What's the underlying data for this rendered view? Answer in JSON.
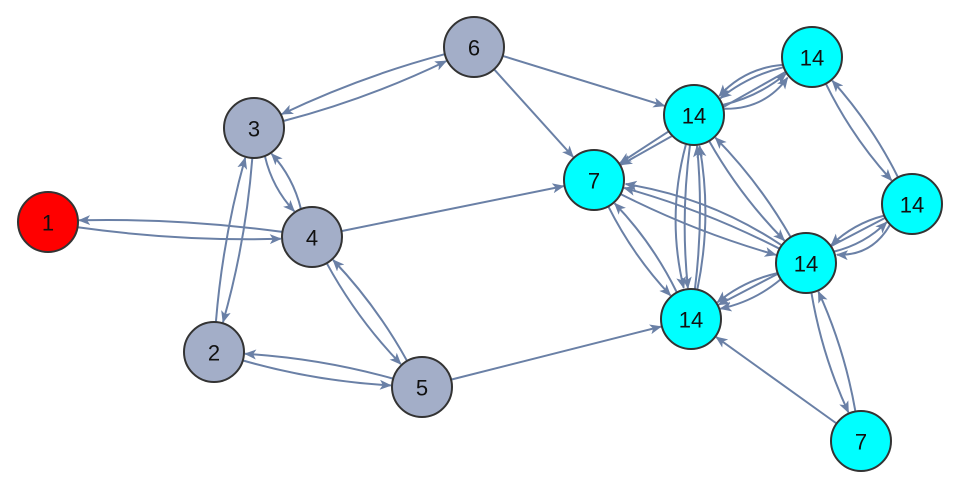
{
  "colors": {
    "edge": "#6a80a6",
    "node_gray": "#a3aec8",
    "node_red": "#ff0000",
    "node_cyan": "#00ffff",
    "node_stroke": "#333333"
  },
  "nodes": [
    {
      "id": "n1",
      "label": "1",
      "color": "red"
    },
    {
      "id": "n2",
      "label": "2",
      "color": "gray"
    },
    {
      "id": "n3",
      "label": "3",
      "color": "gray"
    },
    {
      "id": "n4",
      "label": "4",
      "color": "gray"
    },
    {
      "id": "n5",
      "label": "5",
      "color": "gray"
    },
    {
      "id": "n6",
      "label": "6",
      "color": "gray"
    },
    {
      "id": "n7a",
      "label": "7",
      "color": "cyan"
    },
    {
      "id": "n7b",
      "label": "7",
      "color": "cyan"
    },
    {
      "id": "n14a",
      "label": "14",
      "color": "cyan"
    },
    {
      "id": "n14b",
      "label": "14",
      "color": "cyan"
    },
    {
      "id": "n14c",
      "label": "14",
      "color": "cyan"
    },
    {
      "id": "n14d",
      "label": "14",
      "color": "cyan"
    },
    {
      "id": "n14e",
      "label": "14",
      "color": "cyan"
    }
  ],
  "edges": [
    {
      "from": "n1",
      "to": "n4"
    },
    {
      "from": "n4",
      "to": "n1"
    },
    {
      "from": "n3",
      "to": "n6"
    },
    {
      "from": "n6",
      "to": "n3"
    },
    {
      "from": "n3",
      "to": "n4"
    },
    {
      "from": "n4",
      "to": "n3"
    },
    {
      "from": "n3",
      "to": "n2"
    },
    {
      "from": "n2",
      "to": "n3"
    },
    {
      "from": "n2",
      "to": "n5"
    },
    {
      "from": "n5",
      "to": "n2"
    },
    {
      "from": "n4",
      "to": "n5"
    },
    {
      "from": "n5",
      "to": "n4"
    },
    {
      "from": "n4",
      "to": "n7a"
    },
    {
      "from": "n6",
      "to": "n7a"
    },
    {
      "from": "n6",
      "to": "n14a"
    },
    {
      "from": "n5",
      "to": "n14c"
    },
    {
      "from": "n14a",
      "to": "n7a"
    },
    {
      "from": "n14b",
      "to": "n7a"
    },
    {
      "from": "n14c",
      "to": "n7a"
    },
    {
      "from": "n7a",
      "to": "n14c"
    },
    {
      "from": "n14d",
      "to": "n7a"
    },
    {
      "from": "n7a",
      "to": "n14d"
    },
    {
      "from": "n14d",
      "to": "n7a"
    },
    {
      "from": "n14a",
      "to": "n14b"
    },
    {
      "from": "n14b",
      "to": "n14a"
    },
    {
      "from": "n14a",
      "to": "n14b"
    },
    {
      "from": "n14b",
      "to": "n14a"
    },
    {
      "from": "n14a",
      "to": "n14c"
    },
    {
      "from": "n14c",
      "to": "n14a"
    },
    {
      "from": "n14a",
      "to": "n14c"
    },
    {
      "from": "n14c",
      "to": "n14a"
    },
    {
      "from": "n14a",
      "to": "n14d"
    },
    {
      "from": "n14d",
      "to": "n14a"
    },
    {
      "from": "n14b",
      "to": "n14e"
    },
    {
      "from": "n14e",
      "to": "n14b"
    },
    {
      "from": "n14d",
      "to": "n14e"
    },
    {
      "from": "n14e",
      "to": "n14d"
    },
    {
      "from": "n14e",
      "to": "n14d"
    },
    {
      "from": "n14d",
      "to": "n14c"
    },
    {
      "from": "n14d",
      "to": "n14c"
    },
    {
      "from": "n14e",
      "to": "n14c"
    },
    {
      "from": "n14d",
      "to": "n7b"
    },
    {
      "from": "n7b",
      "to": "n14d"
    },
    {
      "from": "n7b",
      "to": "n14c"
    }
  ]
}
